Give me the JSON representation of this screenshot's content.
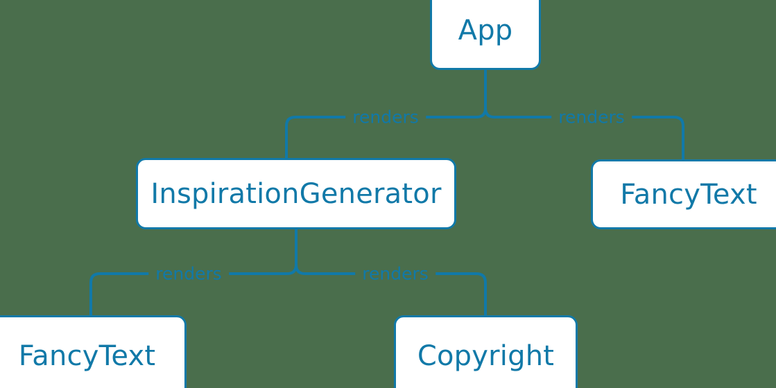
{
  "diagram": {
    "type": "component-tree",
    "background_color": "#4a6e4c",
    "accent_color": "#1179a8",
    "node_fill_color": "#ffffff",
    "nodes": [
      {
        "id": "app",
        "label": "App"
      },
      {
        "id": "inspiration",
        "label": "InspirationGenerator"
      },
      {
        "id": "fancytext_right",
        "label": "FancyText"
      },
      {
        "id": "fancytext_bottom",
        "label": "FancyText"
      },
      {
        "id": "copyright",
        "label": "Copyright"
      }
    ],
    "edges": [
      {
        "from": "app",
        "to": "inspiration",
        "label": "renders"
      },
      {
        "from": "app",
        "to": "fancytext_right",
        "label": "renders"
      },
      {
        "from": "inspiration",
        "to": "fancytext_bottom",
        "label": "renders"
      },
      {
        "from": "inspiration",
        "to": "copyright",
        "label": "renders"
      }
    ]
  }
}
